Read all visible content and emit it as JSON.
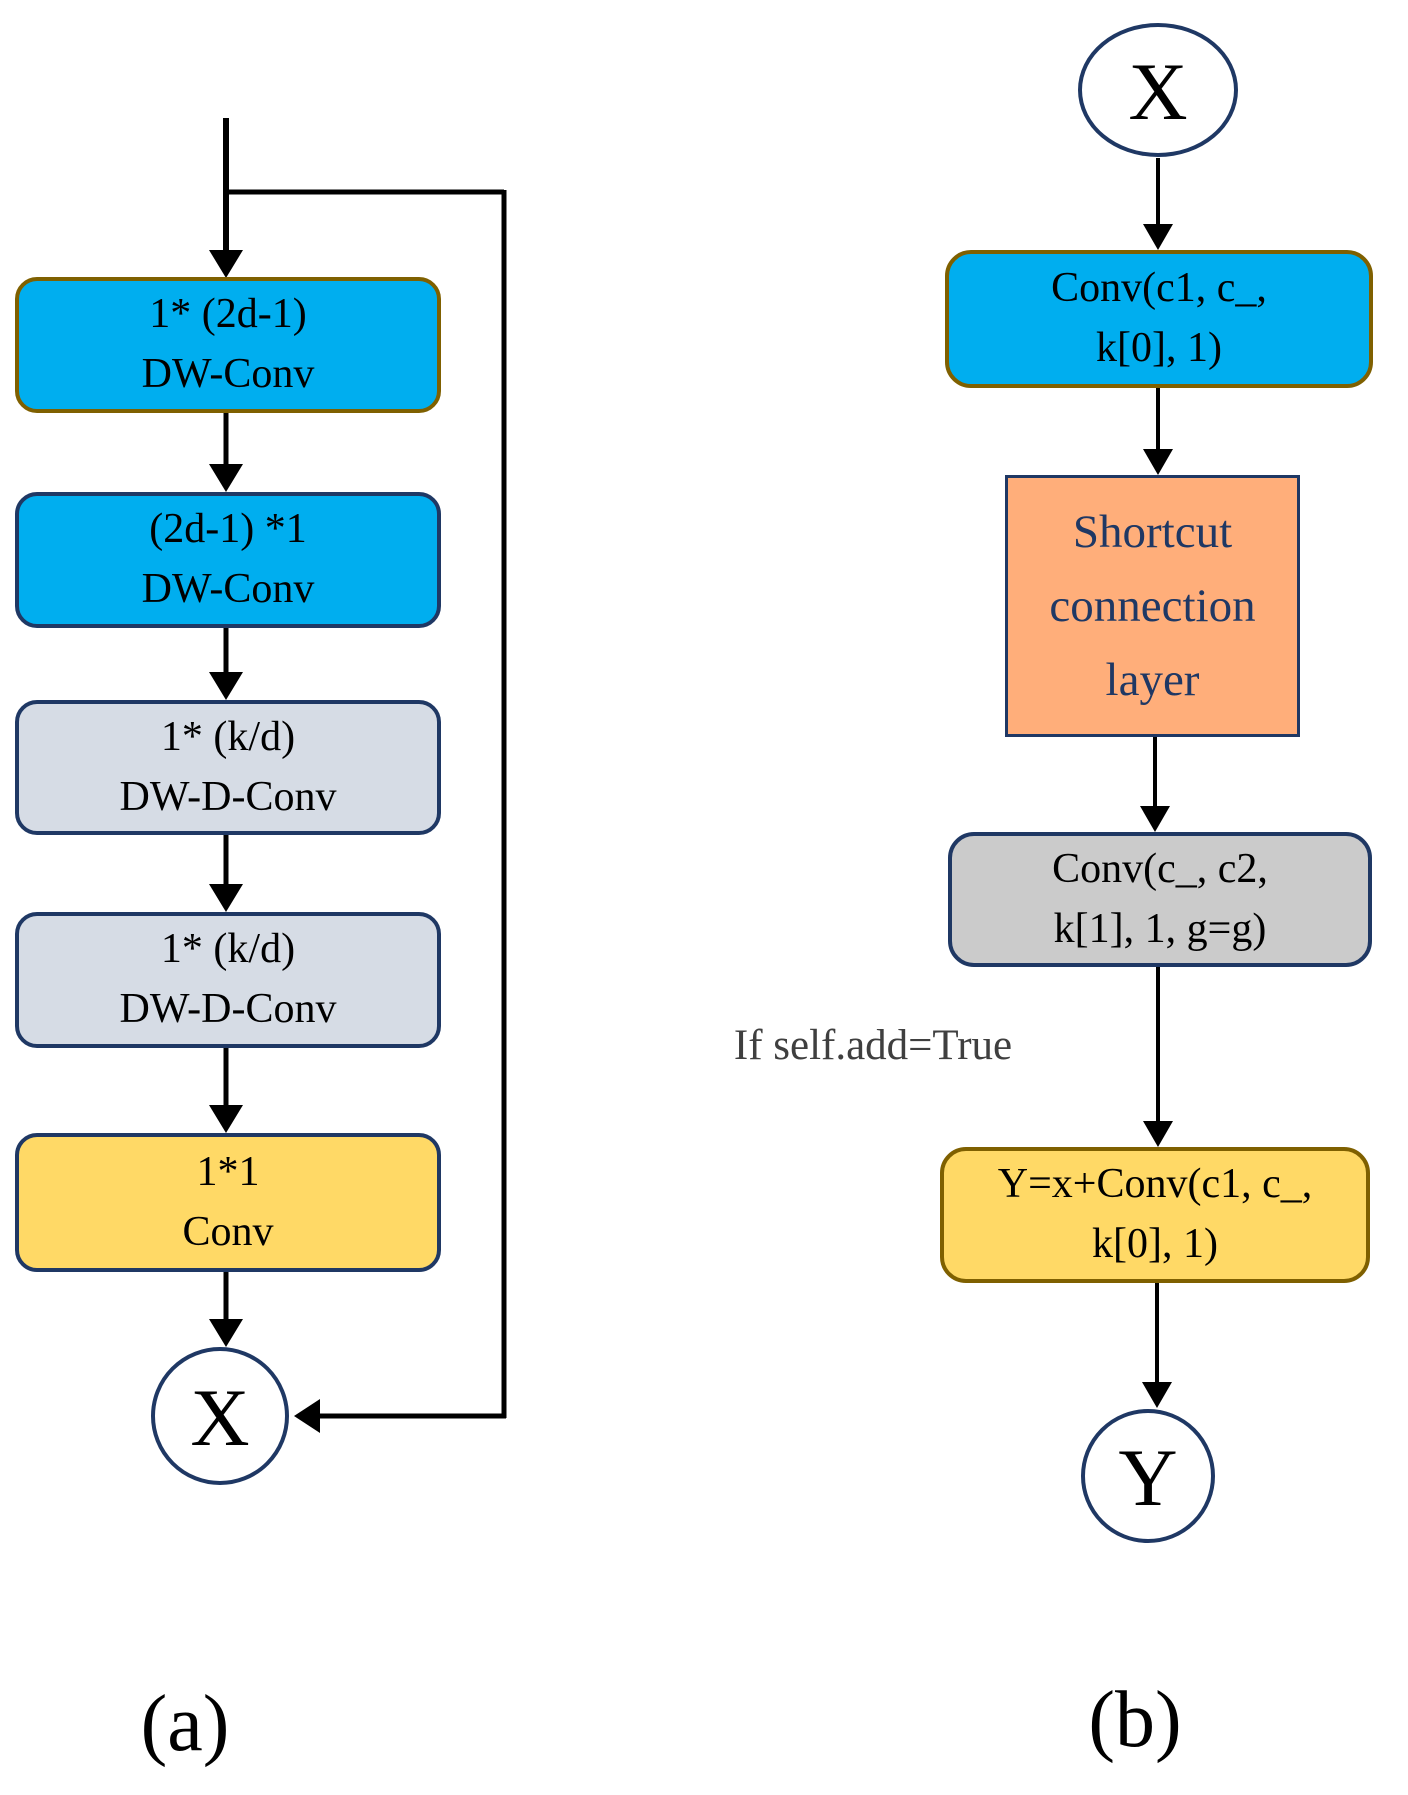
{
  "colors": {
    "blue": "#00AEEF",
    "gray_light": "#D6DCE5",
    "gray_neutral": "#CBCBCB",
    "yellow": "#FFD966",
    "orange": "#FFAE7A",
    "border_gold": "#7F6000",
    "border_navy": "#1F3864",
    "text_navy": "#1F3864",
    "condition_gray": "#3F3F3F",
    "arrow_black": "#000000"
  },
  "a": {
    "label": "(a)",
    "boxes": [
      {
        "lines": [
          "1* (2d-1)",
          "DW-Conv"
        ]
      },
      {
        "lines": [
          "(2d-1) *1",
          "DW-Conv"
        ]
      },
      {
        "lines": [
          "1* (k/d)",
          "DW-D-Conv"
        ]
      },
      {
        "lines": [
          "1* (k/d)",
          "DW-D-Conv"
        ]
      },
      {
        "lines": [
          "1*1",
          "Conv"
        ]
      }
    ],
    "merge_node": "X"
  },
  "b": {
    "label": "(b)",
    "input_node": "X",
    "output_node": "Y",
    "boxes": [
      {
        "lines": [
          "Conv(c1, c_,",
          "k[0], 1)"
        ]
      },
      {
        "lines": [
          "Shortcut",
          "connection",
          "layer"
        ]
      },
      {
        "lines": [
          "Conv(c_, c2,",
          "k[1], 1, g=g)"
        ]
      },
      {
        "lines": [
          "Y=x+Conv(c1, c_,",
          "k[0], 1)"
        ]
      }
    ],
    "condition": "If self.add=True"
  }
}
